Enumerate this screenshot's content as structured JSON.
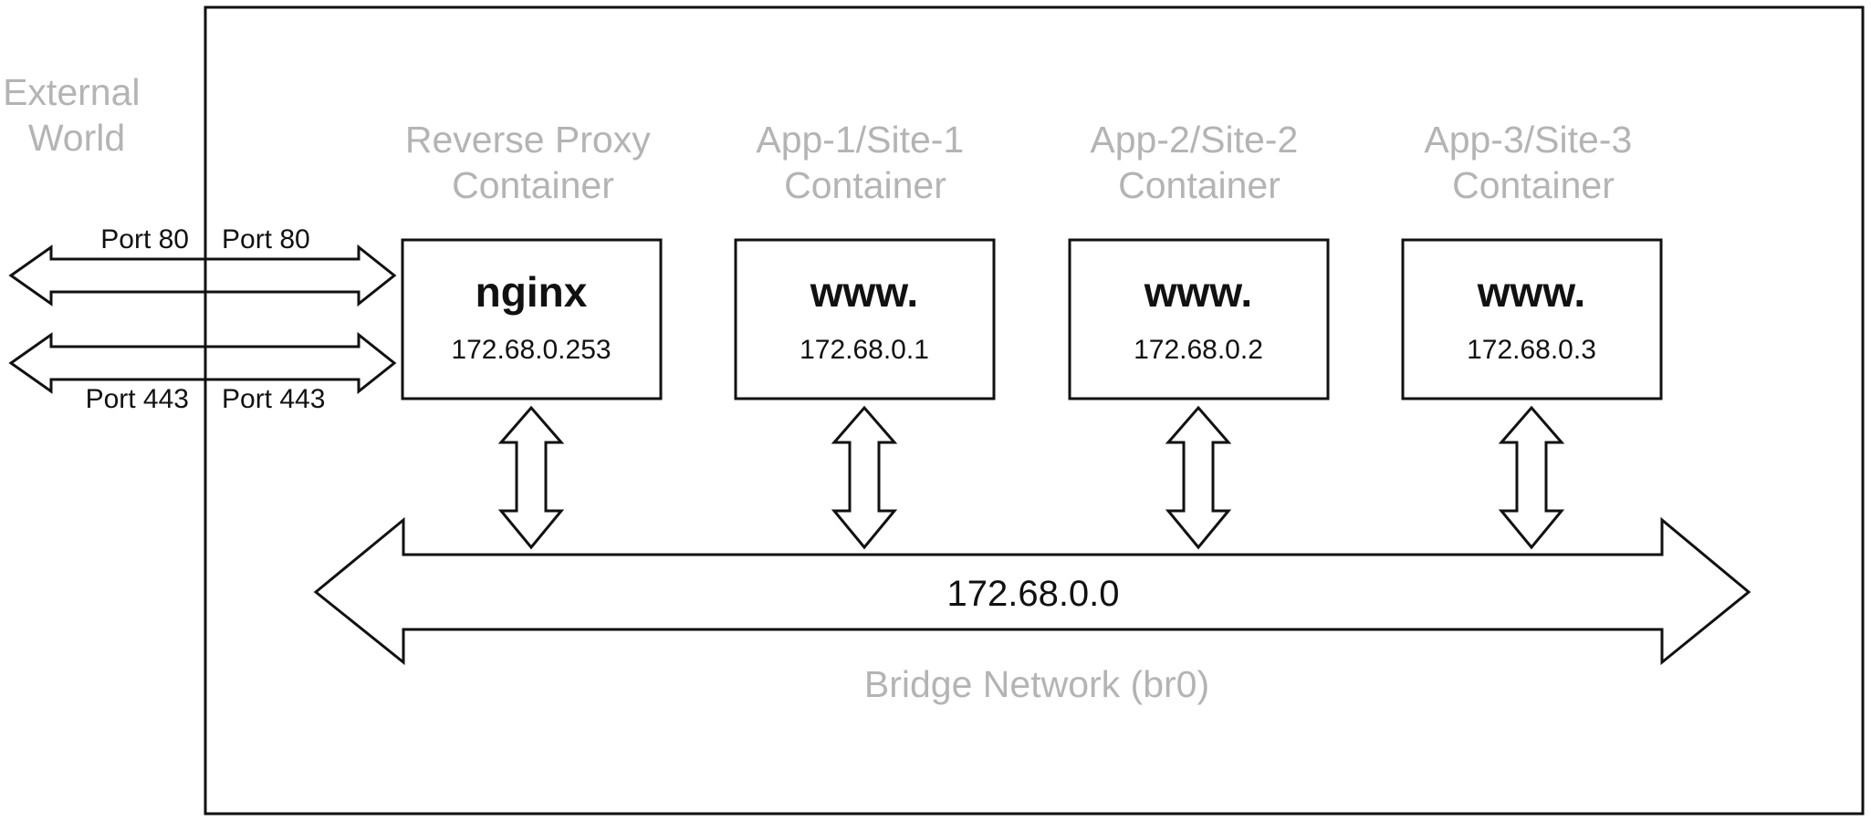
{
  "external_world": [
    "External",
    "World"
  ],
  "ports": {
    "port80_outer": "Port 80",
    "port80_inner": "Port 80",
    "port443_outer": "Port 443",
    "port443_inner": "Port 443"
  },
  "containers": [
    {
      "caption": [
        "Reverse Proxy",
        "Container"
      ],
      "title": "nginx",
      "ip": "172.68.0.253"
    },
    {
      "caption": [
        "App-1/Site-1",
        "Container"
      ],
      "title": "www.",
      "ip": "172.68.0.1"
    },
    {
      "caption": [
        "App-2/Site-2",
        "Container"
      ],
      "title": "www.",
      "ip": "172.68.0.2"
    },
    {
      "caption": [
        "App-3/Site-3",
        "Container"
      ],
      "title": "www.",
      "ip": "172.68.0.3"
    }
  ],
  "network": {
    "subnet": "172.68.0.0",
    "name": "Bridge Network (br0)"
  },
  "colors": {
    "caption_gray": "#b4b4b4",
    "line": "#111111"
  }
}
